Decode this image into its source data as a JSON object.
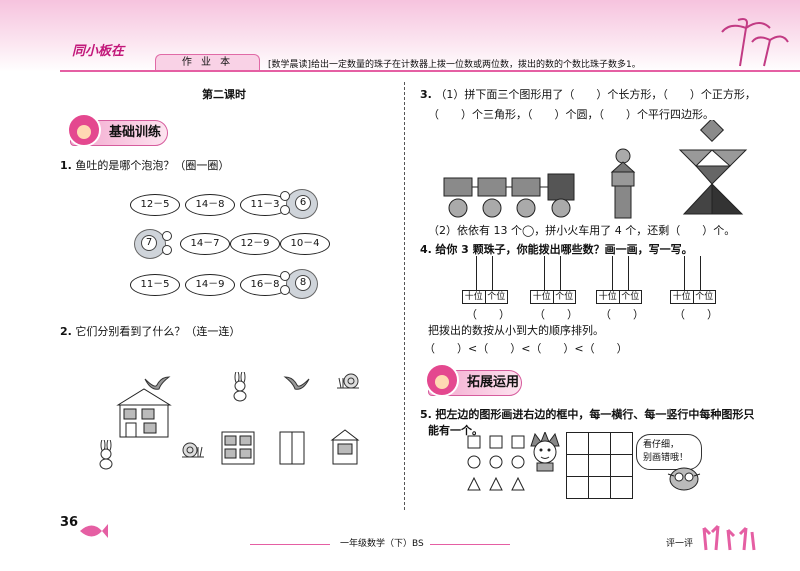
{
  "header": {
    "logo_text": "同小板在",
    "tab_label": "作 业 本",
    "note": "[数学晨读]给出一定数量的珠子在计数器上拨一位数或两位数，拨出的数的个数比珠子数多1。"
  },
  "lesson_title": "第二课时",
  "section_basic": "基础训练",
  "section_extend": "拓展运用",
  "q1": {
    "label": "1.",
    "text": "鱼吐的是哪个泡泡？（圈一圈）",
    "rows": [
      {
        "bubbles": [
          "12－5",
          "14－8",
          "11－3"
        ],
        "fish": "6"
      },
      {
        "fish": "7",
        "bubbles": [
          "14－7",
          "12－9",
          "10－4"
        ]
      },
      {
        "bubbles": [
          "11－5",
          "14－9",
          "16－8"
        ],
        "fish": "8"
      }
    ]
  },
  "q2": {
    "label": "2.",
    "text": "它们分别看到了什么？（连一连）"
  },
  "q3": {
    "label": "3.",
    "line1": "（1）拼下面三个图形用了（　　）个长方形，（　　）个正方形，",
    "line2": "（　　）个三角形，（　　）个圆，（　　）个平行四边形。",
    "line3": "（2）依依有 13 个◯，拼小火车用了 4 个，还剩（　　）个。"
  },
  "q4": {
    "label": "4.",
    "text": "给你 3 颗珠子，你能拨出哪些数？画一画，写一写。",
    "tens": "十位",
    "ones": "个位",
    "blank": "（　　）",
    "sort_text": "把拨出的数按从小到大的顺序排列。",
    "sort_line": "（　　）<（　　）<（　　）<（　　）"
  },
  "q5": {
    "label": "5.",
    "line1": "把左边的图形画进右边的框中，每一横行、每一竖行中每种图形只",
    "line2": "能有一个。",
    "bubble_line1": "看仔细，",
    "bubble_line2": "别画错哦！"
  },
  "footer": {
    "page_number": "36",
    "center": "一年级数学（下）BS",
    "right": "评一评"
  },
  "colors": {
    "accent": "#e55fa3",
    "band": "#f6c3de",
    "shape_fill": "#8a8a8a"
  }
}
